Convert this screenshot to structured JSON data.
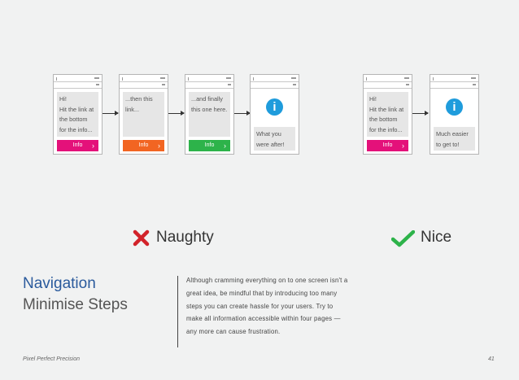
{
  "naughty_flow": [
    {
      "text": "Hi!\nHit the link at\nthe bottom\nfor the info...",
      "button": "Info",
      "button_color": "#e4117a"
    },
    {
      "text": "...then this\nlink...",
      "button": "Info",
      "button_color": "#f26522"
    },
    {
      "text": "...and finally\nthis one here.",
      "button": "Info",
      "button_color": "#2db34a"
    },
    {
      "text": "What you\nwere after!",
      "info_icon": "i"
    }
  ],
  "nice_flow": [
    {
      "text": "Hi!\nHit the link at\nthe bottom\nfor the info...",
      "button": "Info",
      "button_color": "#e4117a"
    },
    {
      "text": "Much easier\nto get to!",
      "info_icon": "i"
    }
  ],
  "labels": {
    "naughty": "Naughty",
    "nice": "Nice",
    "naughty_color": "#d2232a",
    "nice_color": "#2db34a",
    "naughty_icon": "cross-icon",
    "nice_icon": "check-icon"
  },
  "section": {
    "title": "Navigation",
    "subtitle": "Minimise Steps",
    "body": "Although cramming everything on to one screen isn't a great idea, be mindful that by introducing too many steps you can create hassle for your users. Try to make all information accessible within four pages — any more can cause frustration."
  },
  "footer": {
    "left": "Pixel Perfect Precision",
    "page_number": "41"
  }
}
